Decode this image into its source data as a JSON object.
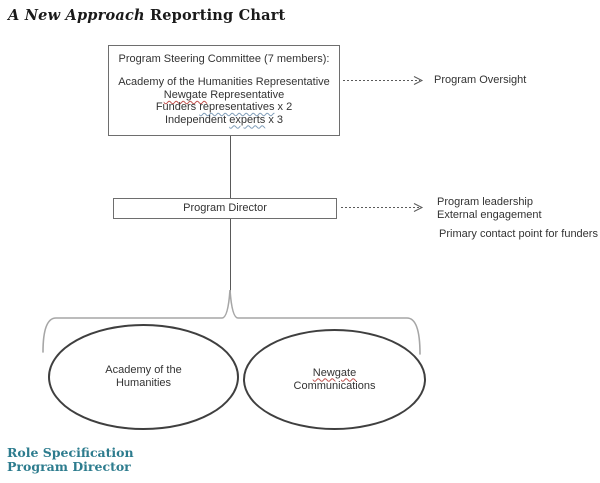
{
  "title": {
    "emphasis": "A New Approach",
    "rest": " Reporting Chart"
  },
  "steering_box": {
    "heading": "Program Steering Committee (7 members):",
    "member1": "Academy of the Humanities Representative",
    "member2_word": "Newgate",
    "member2_rest": " Representative",
    "member3_pre": "Funders ",
    "member3_word": "representatives",
    "member3_post": " x 2",
    "member4_pre": "Independent ",
    "member4_word": "experts",
    "member4_post": " x 3"
  },
  "director_box": {
    "label": "Program Director"
  },
  "annotations": {
    "oversight": "Program Oversight",
    "leadership": "Program leadership",
    "engagement": "External engagement",
    "contact": "Primary contact point for funders"
  },
  "ellipses": {
    "left_line1": "Academy of the",
    "left_line2": "Humanities",
    "right_word": "Newgate",
    "right_line2": "Communications"
  },
  "footer": {
    "line1": "Role Specification",
    "line2": "Program Director"
  },
  "colors": {
    "footer_teal": "#2d7c8e",
    "spellcheck_red": "#c0504d",
    "grammar_blue": "#7f9db9",
    "connector_gray": "#595959",
    "brace_gray": "#a6a6a6",
    "ellipse_stroke": "#3f3f3f",
    "box_border": "#6e6e6e"
  }
}
